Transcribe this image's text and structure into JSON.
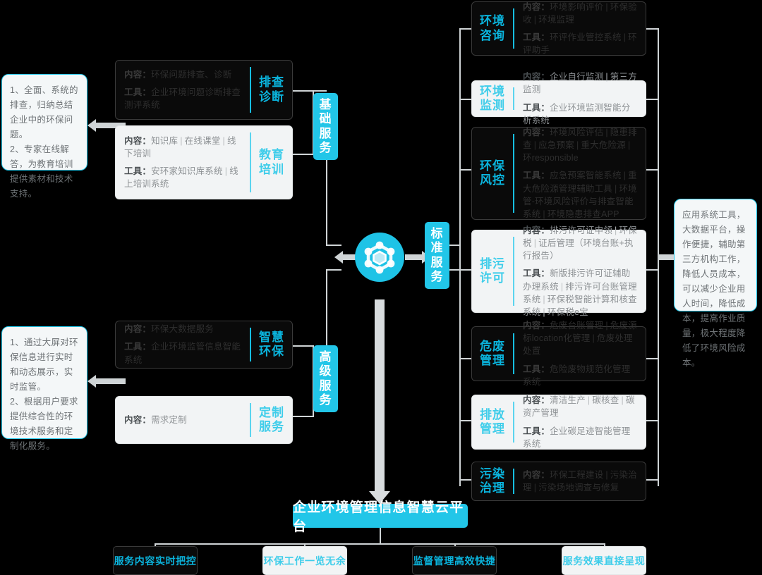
{
  "center": {
    "hub_icon": "hexagon-network-icon",
    "pills": [
      {
        "id": "basic",
        "label": "基础\n服务"
      },
      {
        "id": "standard",
        "label": "标准\n服务"
      },
      {
        "id": "advanced",
        "label": "高级\n服务"
      }
    ]
  },
  "notes": {
    "left_top": "1、全面、系统的排查，归纳总结企业中的环保问题。\n2、专家在线解答，为教育培训提供素材和技术支持。",
    "left_bottom": "1、通过大屏对环保信息进行实时和动态展示，实时监管。\n2、根据用户要求提供综合性的环境技术服务和定制化服务。",
    "right": "应用系统工具，大数据平台，操作便捷，辅助第三方机构工作，降低人员成本，可以减少企业用人时间，降低成本，提高作业质量，极大程度降低了环境风险成本。"
  },
  "labels": {
    "content_label": "内容：",
    "tool_label": "工具："
  },
  "left_cards": [
    {
      "id": "paicha-zhenduan",
      "title": "排查\n诊断",
      "theme": "dark",
      "content": "环保问题排查、诊断",
      "tool": "企业环境问题诊断排查测评系统"
    },
    {
      "id": "jiaoyu-peixun",
      "title": "教育\n培训",
      "theme": "light",
      "content": "知识库 | 在线课堂 | 线下培训",
      "tool": "安环家知识库系统 | 线上培训系统"
    },
    {
      "id": "zhihui-huanbao",
      "title": "智慧\n环保",
      "theme": "dark",
      "content": "环保大数据服务",
      "tool": "企业环境监管信息智能系统"
    },
    {
      "id": "dingzhi-fuwu",
      "title": "定制\n服务",
      "theme": "light",
      "content": "需求定制",
      "tool": ""
    }
  ],
  "right_cards": [
    {
      "id": "huanjing-zixun",
      "title": "环境\n咨询",
      "theme": "dark",
      "content": "环境影响评价 | 环保验收 | 环境监理",
      "tool": "环评作业管控系统 | 环评助手"
    },
    {
      "id": "huanjing-jiance",
      "title": "环境\n监测",
      "theme": "light",
      "content": "企业自行监测 | 第三方监测",
      "tool": "企业环境监测智能分析系统"
    },
    {
      "id": "huanbao-fengkong",
      "title": "环保\n风控",
      "theme": "dark",
      "content": "环境风险评估 | 隐患排查 | 应急预案 | 重大危险源 | 环responsible",
      "tool": "应急预案智能系统 | 重大危险源管理辅助工具 | 环境管-环境风险评价与排查智能系统 | 环境隐患排查APP"
    },
    {
      "id": "paiwu-xuke",
      "title": "排污\n许可",
      "theme": "light",
      "content": "排污许可证申领 | 环保税 | 证后管理（环境台账+执行报告）",
      "tool": "新版排污许可证辅助办理系统 | 排污许可台账管理系统 | 环保税智能计算和核查系统 | 环保税e宝"
    },
    {
      "id": "weifei-guanli",
      "title": "危废\n管理",
      "theme": "dark",
      "content": "危废台账管理 | 危废源标location化管理 | 危废处理处置",
      "tool": "危险废物规范化管理系统"
    },
    {
      "id": "paifang-guanli",
      "title": "排放\n管理",
      "theme": "light",
      "content": "清洁生产 | 碳核查 | 碳资产管理",
      "tool": "企业碳足迹智能管理系统"
    },
    {
      "id": "wuran-zhili",
      "title": "污染\n治理",
      "theme": "dark",
      "content": "环保工程建设 | 污染治理 | 污染场地调查与修复",
      "tool": ""
    }
  ],
  "platform": {
    "title": "企业环境管理信息智慧云平台",
    "outcomes": [
      {
        "id": "out1",
        "label": "服务内容实时把控",
        "theme": "dark"
      },
      {
        "id": "out2",
        "label": "环保工作一览无余",
        "theme": "light"
      },
      {
        "id": "out3",
        "label": "监督管理高效快捷",
        "theme": "dark"
      },
      {
        "id": "out4",
        "label": "服务效果直接呈现",
        "theme": "light"
      }
    ]
  },
  "colors": {
    "accent": "#22c6e8",
    "accent_dark": "#0ab4dd",
    "line": "#cfd4d6",
    "card_dark_bg": "#0a0a0a",
    "card_light_bg": "#f2f4f5"
  }
}
